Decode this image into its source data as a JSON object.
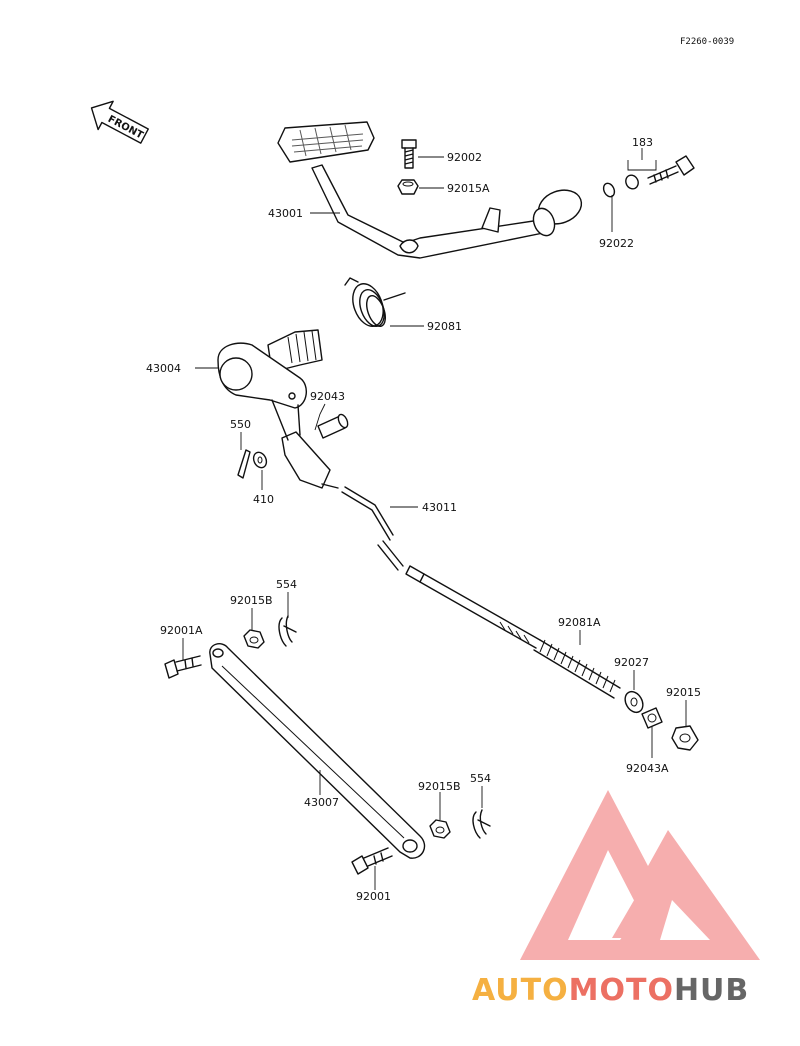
{
  "diagram": {
    "code": "F2260-0039",
    "front_label": "FRONT",
    "parts": {
      "p92002": "92002",
      "p92015A": "92015A",
      "p183": "183",
      "p43001": "43001",
      "p92022": "92022",
      "p92081": "92081",
      "p43004": "43004",
      "p92043": "92043",
      "p550": "550",
      "p410": "410",
      "p43011": "43011",
      "p554a": "554",
      "p92015Ba": "92015B",
      "p92001A": "92001A",
      "p92081A": "92081A",
      "p92027": "92027",
      "p92015": "92015",
      "p92043A": "92043A",
      "p43007": "43007",
      "p92015Bb": "92015B",
      "p554b": "554",
      "p92001": "92001"
    }
  },
  "watermark": {
    "auto": "AUTO",
    "moto": "MOTO",
    "hub": "HUB",
    "colors": {
      "auto": "#f5b041",
      "moto": "#ec7063",
      "hub": "#666666",
      "logo": "#f08080"
    }
  }
}
